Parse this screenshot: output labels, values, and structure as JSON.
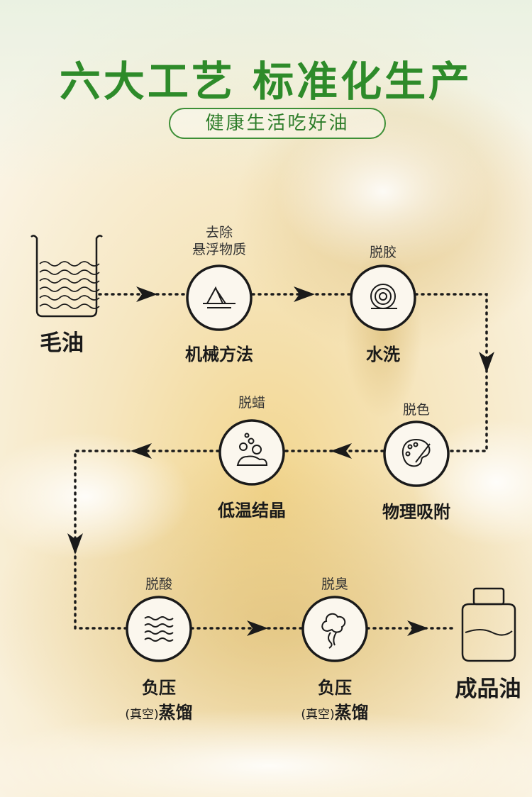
{
  "header": {
    "title": "六大工艺  标准化生产",
    "subtitle": "健康生活吃好油"
  },
  "steps": {
    "crude_oil": {
      "label": "毛油",
      "icon": "beaker-icon"
    },
    "step1": {
      "top_line1": "去除",
      "top_line2": "悬浮物质",
      "bottom": "机械方法",
      "icon": "sediment-icon"
    },
    "step2": {
      "top": "脱胶",
      "bottom": "水洗",
      "icon": "spiral-icon"
    },
    "step3": {
      "top": "脱色",
      "bottom": "物理吸附",
      "icon": "palette-icon"
    },
    "step4": {
      "top": "脱蜡",
      "bottom": "低温结晶",
      "icon": "crystals-icon"
    },
    "step5": {
      "top": "脱酸",
      "bottom1": "负压",
      "bottom2_small": "(真空)",
      "bottom2": "蒸馏",
      "icon": "waves-icon"
    },
    "step6": {
      "top": "脱臭",
      "bottom1": "负压",
      "bottom2_small": "(真空)",
      "bottom2": "蒸馏",
      "icon": "steam-icon"
    },
    "final_oil": {
      "label": "成品油",
      "icon": "bottle-icon"
    }
  },
  "colors": {
    "title_green": "#2e8b2a",
    "line": "#1a1a1a",
    "circle_fill": "#fbf7ee"
  }
}
